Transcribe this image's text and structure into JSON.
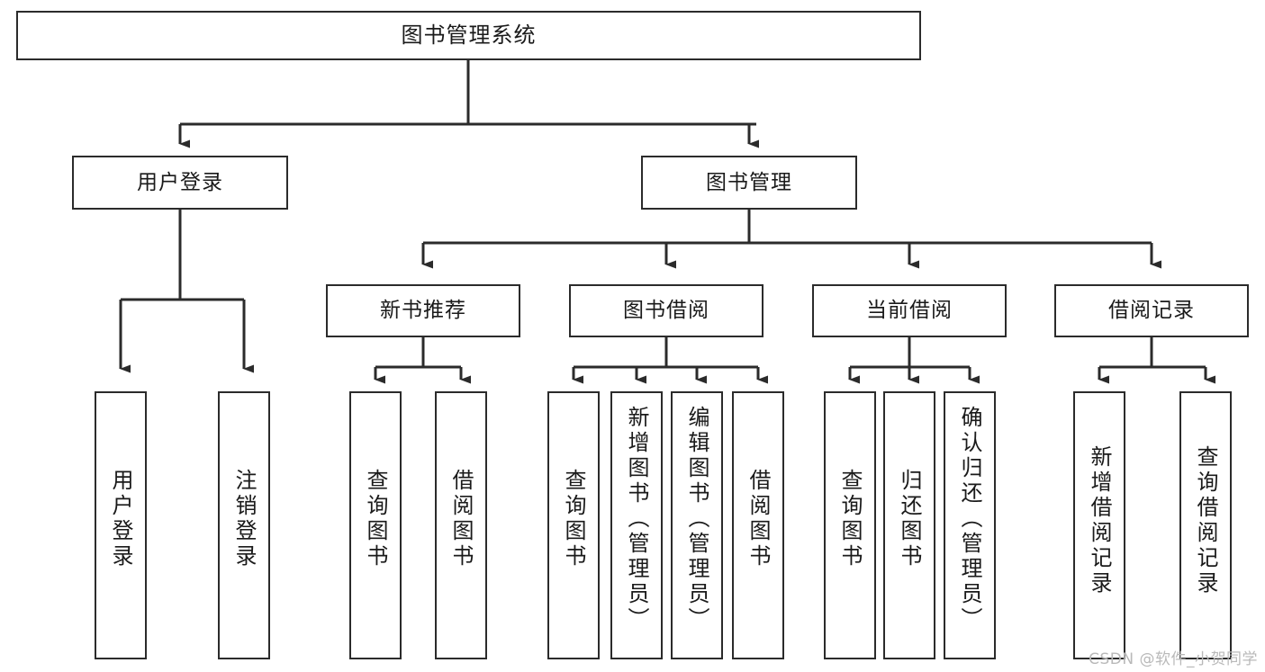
{
  "diagram": {
    "title": "图书管理系统",
    "type": "tree",
    "stroke_color": "#2b2b2b",
    "fill_color": "#ffffff",
    "text_color": "#1a1a1a"
  },
  "nodes": {
    "root": {
      "label": "图书管理系统"
    },
    "level2": [
      {
        "label": "用户登录"
      },
      {
        "label": "图书管理"
      }
    ],
    "level3": [
      {
        "label": "新书推荐"
      },
      {
        "label": "图书借阅"
      },
      {
        "label": "当前借阅"
      },
      {
        "label": "借阅记录"
      }
    ],
    "leaves": {
      "user_login": [
        {
          "label": "用户登录"
        },
        {
          "label": "注销登录"
        }
      ],
      "new_book": [
        {
          "label": "查询图书"
        },
        {
          "label": "借阅图书"
        }
      ],
      "borrow": [
        {
          "label": "查询图书"
        },
        {
          "label": "新增图书（管理员）"
        },
        {
          "label": "编辑图书（管理员）"
        },
        {
          "label": "借阅图书"
        }
      ],
      "current": [
        {
          "label": "查询图书"
        },
        {
          "label": "归还图书"
        },
        {
          "label": "确认归还（管理员）"
        }
      ],
      "records": [
        {
          "label": "新增借阅记录"
        },
        {
          "label": "查询借阅记录"
        }
      ]
    }
  },
  "watermark": {
    "text": "CSDN @软件_小贺同学"
  }
}
